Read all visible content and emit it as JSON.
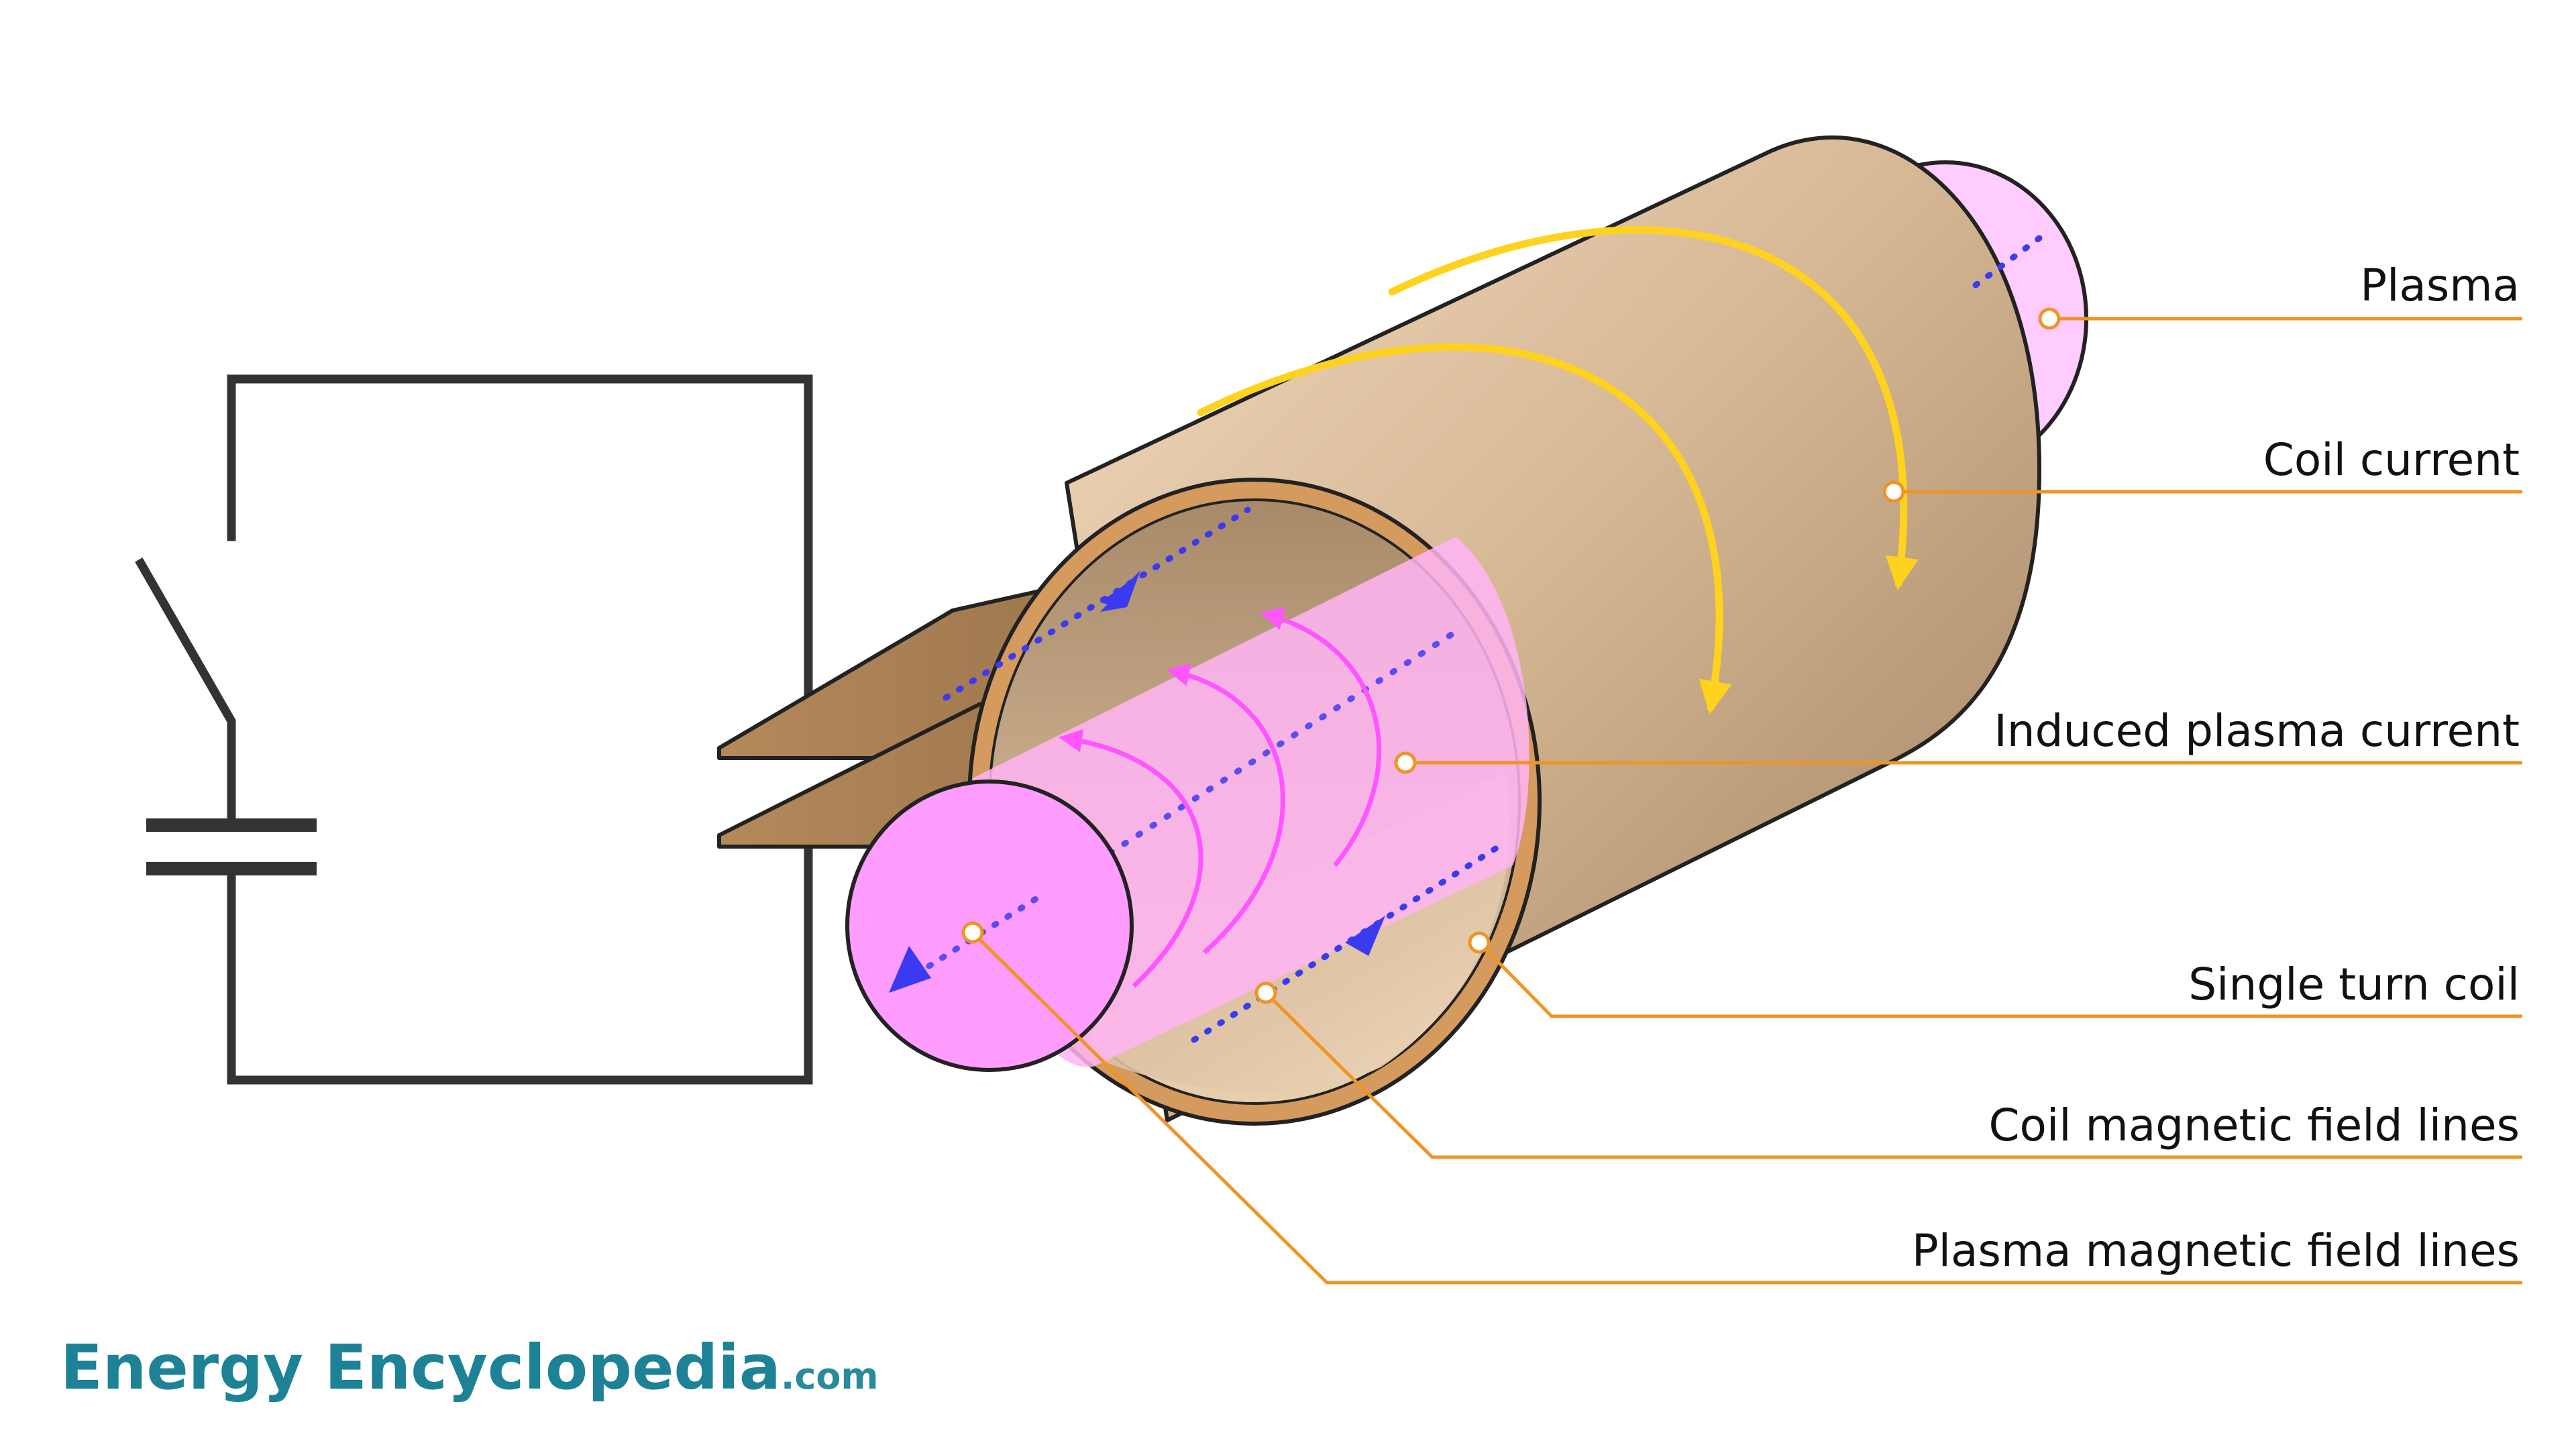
{
  "labels": {
    "plasma": "Plasma",
    "coil_current": "Coil current",
    "induced_plasma_current": "Induced plasma current",
    "single_turn_coil": "Single turn coil",
    "coil_magnetic_field_lines": "Coil magnetic field lines",
    "plasma_magnetic_field_lines": "Plasma magnetic field lines"
  },
  "brand": {
    "name": "Energy Encyclopedia",
    "suffix": ".com"
  },
  "colors": {
    "leader": "#ef9425",
    "coil_outer": "#c9a67f",
    "coil_rim": "#d49a5e",
    "plasma_pink": "#ff9cff",
    "plasma_arrow": "#ff55ff",
    "coil_arrow": "#ffd21e",
    "field_blue": "#3a3af0",
    "wire": "#333333",
    "brand_teal": "#1d8296"
  },
  "icons": {
    "switch": "switch-symbol",
    "capacitor": "capacitor-symbol"
  }
}
